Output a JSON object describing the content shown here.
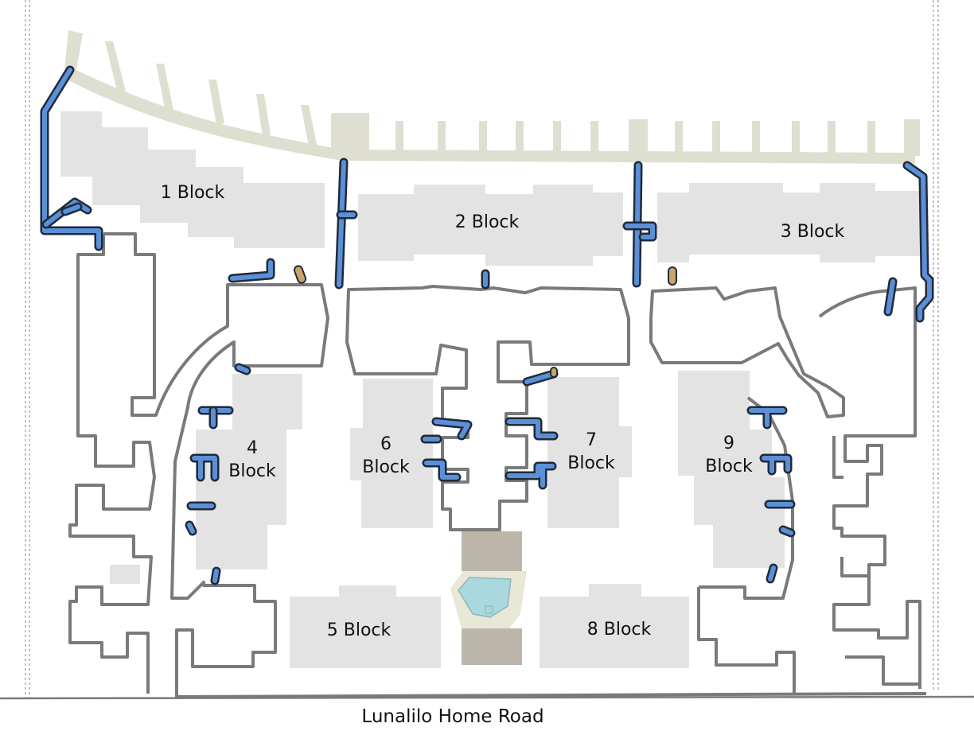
{
  "map": {
    "road_label": "Lunalilo Home Road",
    "buildings": {
      "b1": "1 Block",
      "b2": "2 Block",
      "b3": "3 Block",
      "b4_line1": "4",
      "b4_line2": "Block",
      "b5": "5 Block",
      "b6_line1": "6",
      "b6_line2": "Block",
      "b7_line1": "7",
      "b7_line2": "Block",
      "b8": "8 Block",
      "b9_line1": "9",
      "b9_line2": "Block"
    },
    "colors": {
      "building": "#e3e3e3",
      "walkway_outline": "#7a7a7a",
      "water_line": "#5b8fd6",
      "water_line_outline": "#1f2a3a",
      "shoreline": "#dedfd0",
      "pool": "#a9d8de",
      "pool_deck": "#bdb7ab",
      "valve": "#c9a56a"
    }
  }
}
